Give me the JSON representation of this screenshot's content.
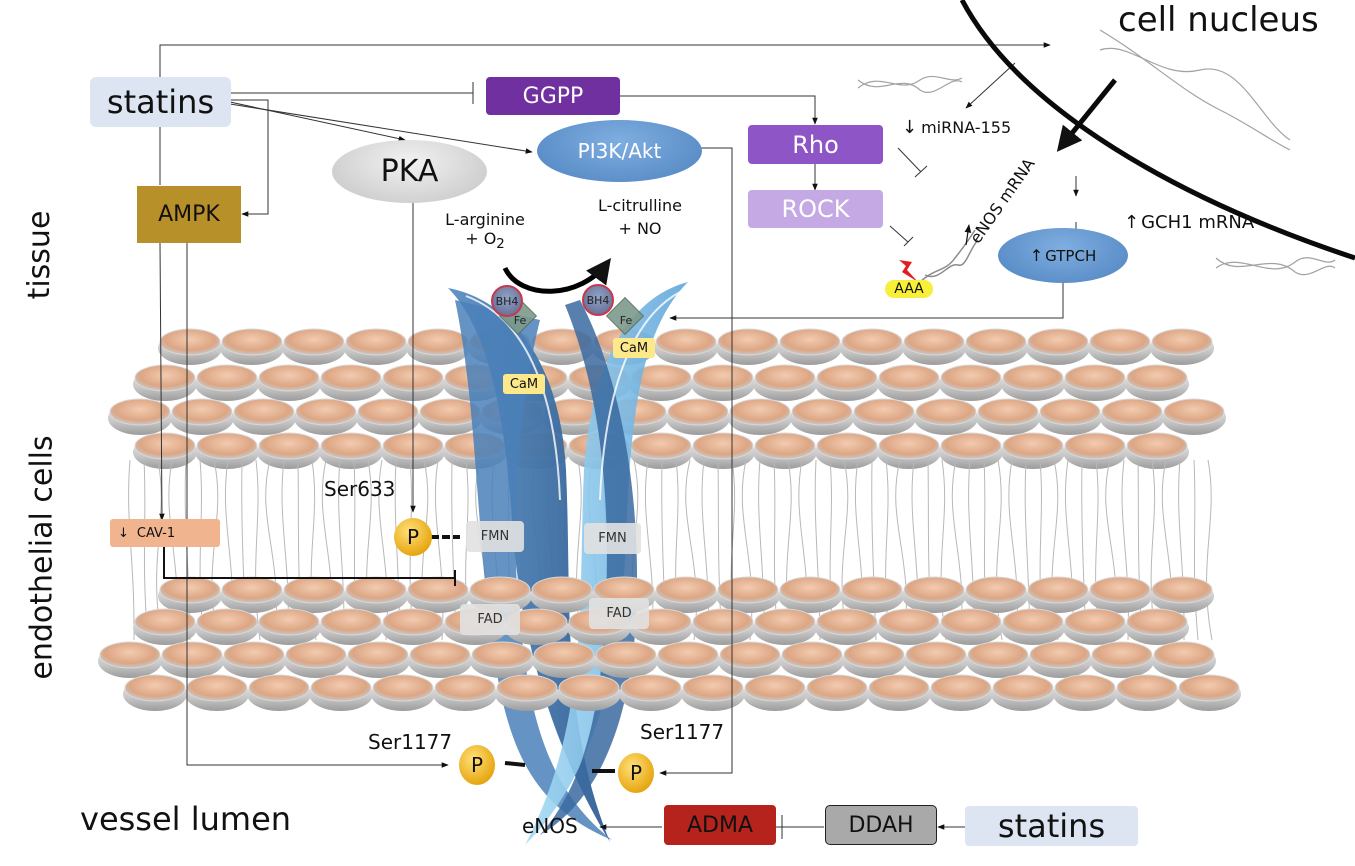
{
  "title": "Statin effects on eNOS in endothelial cells",
  "regions": {
    "tissue": "tissue",
    "endothelial_cells": "endothelial cells",
    "vessel_lumen": "vessel lumen",
    "cell_nucleus": "cell nucleus"
  },
  "nodes": {
    "statins_top": "statins",
    "ggpp": "GGPP",
    "pka": "PKA",
    "pi3k_akt": "PI3K/Akt",
    "ampk": "AMPK",
    "rho": "Rho",
    "rock": "ROCK",
    "mirna155": "miRNA-155",
    "enos_mrna": "eNOS mRNA",
    "gch1_mrna": "GCH1 mRNA",
    "gtpch": "GTPCH",
    "aaa": "AAA",
    "cav1": "CAV-1",
    "bh4_left": "BH4",
    "bh4_right": "BH4",
    "fe_left": "Fe",
    "fe_right": "Fe",
    "cam_left": "CaM",
    "cam_right": "CaM",
    "fmn_left": "FMN",
    "fmn_right": "FMN",
    "fad_left": "FAD",
    "fad_right": "FAD",
    "p_ser633": "P",
    "p_ser1177_left": "P",
    "p_ser1177_right": "P",
    "ser633": "Ser633",
    "ser1177_left": "Ser1177",
    "ser1177_right": "Ser1177",
    "enos_bottom": "eNOS",
    "adma": "ADMA",
    "ddah": "DDAH",
    "statins_bottom": "statins"
  },
  "reaction": {
    "substrate_line1": "L-arginine",
    "substrate_line2": "+ O",
    "substrate_sub": "2",
    "product_line1": "L-citrulline",
    "product_line2": "+ NO"
  },
  "colors": {
    "statins": "#dde5f3",
    "ggpp": "#7030a0",
    "rho": "#8d55c6",
    "rock": "#c5a9e4",
    "pka": "#cfcfcf",
    "pi3k": "#5b8fcc",
    "ampk": "#b8902a",
    "gtpch": "#5b8fcc",
    "cav1": "#f0b48e",
    "phospho": "#f3b81f",
    "adma": "#b5231c",
    "ddah": "#a9a9a9",
    "enos_dark": "#3f72a8",
    "enos_light": "#8ccbed",
    "cam": "#fde98a",
    "membrane_head": "#e8b898"
  }
}
